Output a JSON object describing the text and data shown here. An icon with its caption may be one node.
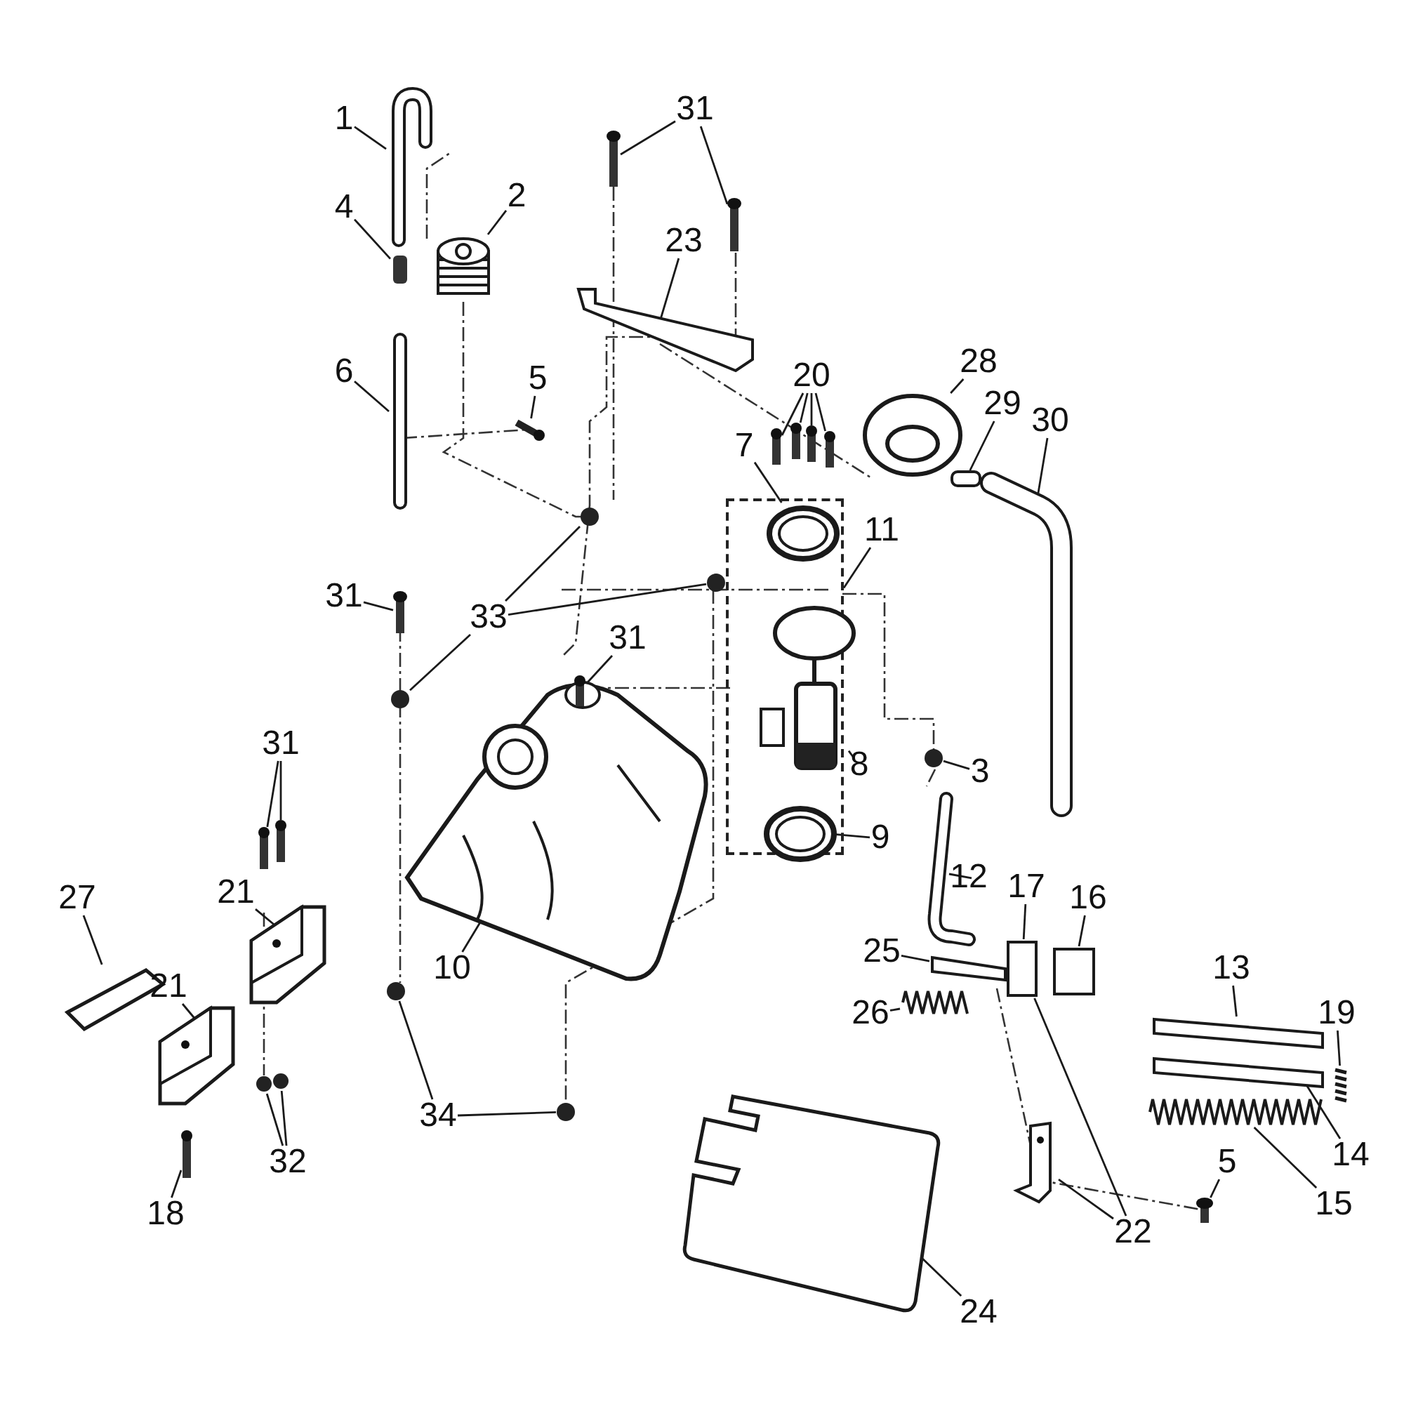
{
  "diagram": {
    "nodes": [
      {
        "text": [
          "1"
        ]
      },
      {
        "text": [
          "31"
        ]
      },
      {
        "text": [
          "4"
        ]
      },
      {
        "text": [
          "2"
        ]
      },
      {
        "text": [
          "23"
        ]
      },
      {
        "text": [
          "6"
        ]
      },
      {
        "text": [
          "5"
        ]
      },
      {
        "text": [
          "20"
        ]
      },
      {
        "text": [
          "28"
        ]
      },
      {
        "text": [
          "29"
        ]
      },
      {
        "text": [
          "30"
        ]
      },
      {
        "text": [
          "7"
        ]
      },
      {
        "text": [
          "11"
        ]
      },
      {
        "text": [
          "31"
        ]
      },
      {
        "text": [
          "33"
        ]
      },
      {
        "text": [
          "31"
        ]
      },
      {
        "text": [
          "31"
        ]
      },
      {
        "text": [
          "8"
        ]
      },
      {
        "text": [
          "3"
        ]
      },
      {
        "text": [
          "9"
        ]
      },
      {
        "text": [
          "21"
        ]
      },
      {
        "text": [
          "27"
        ]
      },
      {
        "text": [
          "17"
        ]
      },
      {
        "text": [
          "12"
        ]
      },
      {
        "text": [
          "16"
        ]
      },
      {
        "text": [
          "25"
        ]
      },
      {
        "text": [
          "13"
        ]
      },
      {
        "text": [
          "10"
        ]
      },
      {
        "text": [
          "21"
        ]
      },
      {
        "text": [
          "26"
        ]
      },
      {
        "text": [
          "19"
        ]
      },
      {
        "text": [
          "34"
        ]
      },
      {
        "text": [
          "14"
        ]
      },
      {
        "text": [
          "32"
        ]
      },
      {
        "text": [
          "5"
        ]
      },
      {
        "text": [
          "15"
        ]
      },
      {
        "text": [
          "18"
        ]
      },
      {
        "text": [
          "22"
        ]
      },
      {
        "text": [
          "24"
        ]
      },
      {
        "text": [],
        "shape": "box"
      },
      {
        "text": [],
        "shape": "picture"
      },
      {
        "text": [],
        "shape": "bar"
      },
      {
        "text": [],
        "shape": "box"
      },
      {
        "text": [],
        "shape": "picture"
      },
      {
        "text": [],
        "shape": "bar"
      },
      {
        "text": [],
        "shape": "picture"
      },
      {
        "text": [],
        "shape": "picture"
      },
      {
        "text": [],
        "shape": "picture"
      },
      {
        "text": [],
        "shape": "bar"
      },
      {
        "text": [],
        "shape": "bar"
      },
      {
        "text": [],
        "shape": "bar"
      },
      {
        "text": [],
        "shape": "bar"
      },
      {
        "text": [],
        "shape": "picture"
      },
      {
        "text": [],
        "shape": "box"
      },
      {
        "text": [],
        "shape": "picture"
      },
      {
        "text": [],
        "shape": "picture",
        "in": 39
      },
      {
        "text": [],
        "shape": "circle"
      },
      {
        "text": [],
        "shape": "circle"
      },
      {
        "text": [],
        "shape": "bar"
      },
      {
        "text": [],
        "shape": "circle"
      },
      {
        "text": [],
        "shape": "bar"
      },
      {
        "text": [],
        "shape": "picture",
        "in": 39
      },
      {
        "text": [],
        "shape": "circle"
      },
      {
        "text": [],
        "shape": "picture",
        "in": 39
      },
      {
        "text": [],
        "shape": "picture"
      },
      {
        "text": [],
        "shape": "bar"
      },
      {
        "text": [],
        "shape": "bar"
      },
      {
        "text": [],
        "shape": "picture"
      },
      {
        "text": [],
        "shape": "picture"
      },
      {
        "text": [],
        "shape": "circle"
      },
      {
        "text": [],
        "shape": "picture"
      },
      {
        "text": [],
        "shape": "bar"
      },
      {
        "text": [],
        "shape": "box"
      },
      {
        "text": [],
        "shape": "box"
      },
      {
        "text": [],
        "shape": "picture"
      },
      {
        "text": [],
        "shape": "picture"
      },
      {
        "text": [],
        "shape": "bar"
      },
      {
        "text": [],
        "shape": "picture"
      },
      {
        "text": [],
        "shape": "circle"
      },
      {
        "text": [],
        "shape": "circle"
      },
      {
        "text": [],
        "shape": "circle"
      },
      {
        "text": [],
        "shape": "bar"
      },
      {
        "text": [],
        "shape": "picture"
      },
      {
        "text": [],
        "shape": "picture"
      },
      {
        "text": [],
        "shape": "bar"
      },
      {
        "text": [],
        "shape": "bar"
      },
      {
        "text": [],
        "shape": "picture"
      }
    ],
    "edges": [
      {
        "from": 0,
        "to": 40,
        "arrow": "none"
      },
      {
        "from": 1,
        "to": 41,
        "arrow": "none"
      },
      {
        "from": 1,
        "to": 44,
        "arrow": "none"
      },
      {
        "from": 2,
        "to": 42,
        "arrow": "none"
      },
      {
        "from": 3,
        "to": 43,
        "arrow": "none"
      },
      {
        "from": 4,
        "to": 45,
        "arrow": "none"
      },
      {
        "from": 5,
        "to": 46,
        "arrow": "none"
      },
      {
        "from": 6,
        "to": 47,
        "arrow": "none"
      },
      {
        "from": 7,
        "to": 48,
        "arrow": "none"
      },
      {
        "from": 7,
        "to": 49,
        "arrow": "none"
      },
      {
        "from": 7,
        "to": 50,
        "arrow": "none"
      },
      {
        "from": 7,
        "to": 51,
        "arrow": "none"
      },
      {
        "from": 8,
        "to": 52,
        "arrow": "none"
      },
      {
        "from": 9,
        "to": 53,
        "arrow": "none"
      },
      {
        "from": 10,
        "to": 54,
        "arrow": "none"
      },
      {
        "from": 11,
        "to": 55,
        "arrow": "none"
      },
      {
        "from": 12,
        "to": 39,
        "arrow": "none"
      },
      {
        "from": 13,
        "to": 58,
        "arrow": "none"
      },
      {
        "from": 14,
        "to": 56,
        "arrow": "none"
      },
      {
        "from": 14,
        "to": 57,
        "arrow": "none"
      },
      {
        "from": 14,
        "to": 59,
        "arrow": "none"
      },
      {
        "from": 15,
        "to": 60,
        "arrow": "none"
      },
      {
        "from": 16,
        "to": 65,
        "arrow": "none"
      },
      {
        "from": 16,
        "to": 66,
        "arrow": "none"
      },
      {
        "from": 17,
        "to": 61,
        "arrow": "none"
      },
      {
        "from": 18,
        "to": 62,
        "arrow": "none"
      },
      {
        "from": 19,
        "to": 63,
        "arrow": "none"
      },
      {
        "from": 20,
        "to": 67,
        "arrow": "none"
      },
      {
        "from": 21,
        "to": 68,
        "arrow": "none"
      },
      {
        "from": 22,
        "to": 72,
        "arrow": "none"
      },
      {
        "from": 23,
        "to": 70,
        "arrow": "none"
      },
      {
        "from": 24,
        "to": 73,
        "arrow": "none"
      },
      {
        "from": 25,
        "to": 71,
        "arrow": "none"
      },
      {
        "from": 26,
        "to": 76,
        "arrow": "none"
      },
      {
        "from": 27,
        "to": 64,
        "arrow": "none"
      },
      {
        "from": 28,
        "to": 75,
        "arrow": "none"
      },
      {
        "from": 29,
        "to": 74,
        "arrow": "none"
      },
      {
        "from": 30,
        "to": 77,
        "arrow": "none"
      },
      {
        "from": 31,
        "to": 69,
        "arrow": "none"
      },
      {
        "from": 31,
        "to": 80,
        "arrow": "none"
      },
      {
        "from": 32,
        "to": 81,
        "arrow": "none"
      },
      {
        "from": 33,
        "to": 78,
        "arrow": "none"
      },
      {
        "from": 33,
        "to": 79,
        "arrow": "none"
      },
      {
        "from": 34,
        "to": 85,
        "arrow": "none"
      },
      {
        "from": 35,
        "to": 82,
        "arrow": "none"
      },
      {
        "from": 36,
        "to": 84,
        "arrow": "none"
      },
      {
        "from": 37,
        "to": 83,
        "arrow": "none"
      },
      {
        "from": 37,
        "to": 72,
        "arrow": "none"
      },
      {
        "from": 38,
        "to": 86,
        "arrow": "none"
      }
    ]
  }
}
